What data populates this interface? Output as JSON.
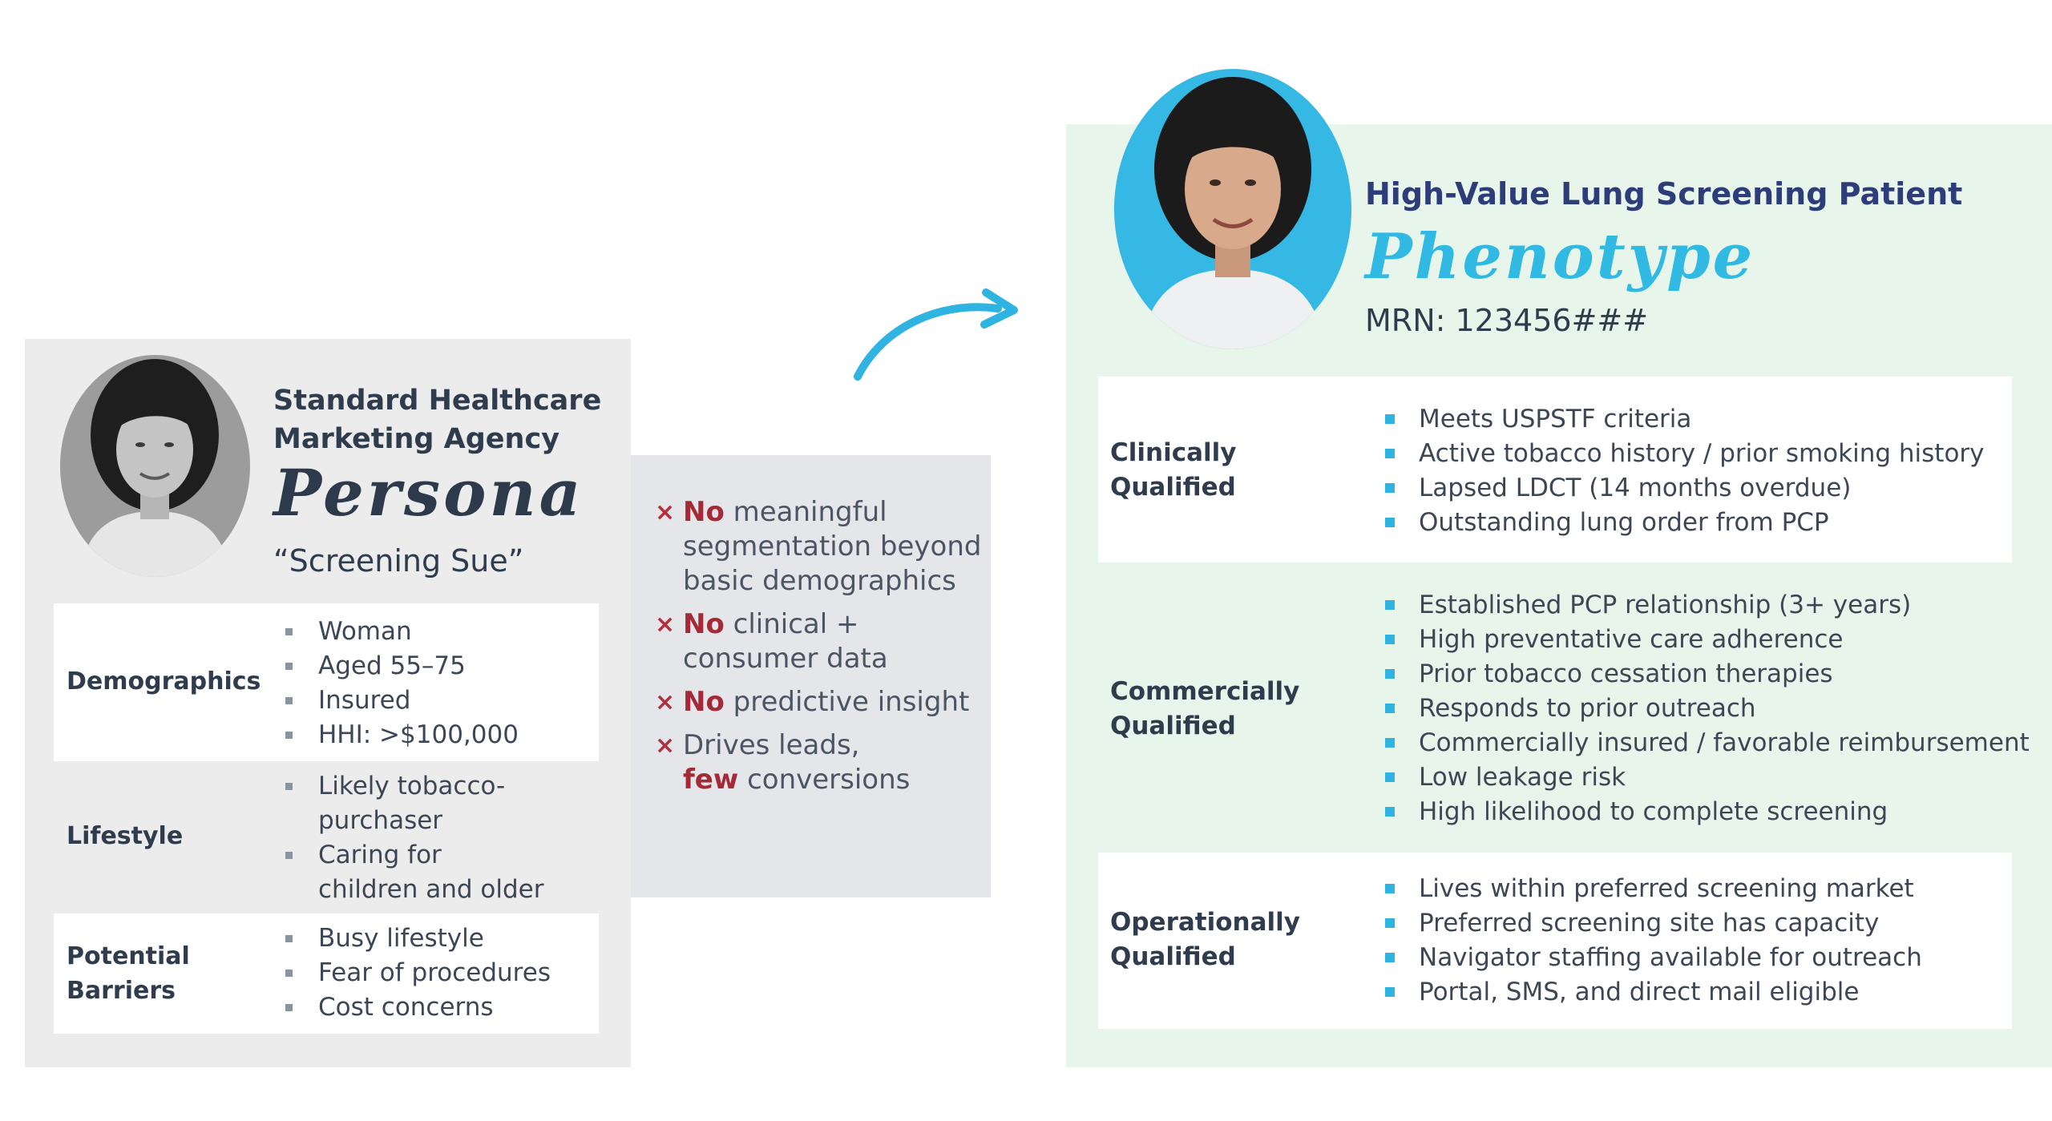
{
  "persona": {
    "agency": "Standard Healthcare Marketing Agency",
    "script_title": "Persona",
    "nickname": "“Screening Sue”",
    "sections": [
      {
        "label": "Demographics",
        "items": [
          "Woman",
          "Aged 55–75",
          "Insured",
          "HHI: >$100,000"
        ]
      },
      {
        "label": "Lifestyle",
        "items": [
          "Likely tobacco-purchaser",
          "Caring for children and older parent"
        ]
      },
      {
        "label": "Potential Barriers",
        "items": [
          "Busy lifestyle",
          "Fear of procedures",
          "Cost concerns"
        ]
      }
    ]
  },
  "callout": {
    "items": [
      {
        "bold": "No",
        "rest": " meaningful segmentation beyond basic demographics"
      },
      {
        "bold": "No",
        "rest": " clinical + consumer data"
      },
      {
        "bold": "No",
        "rest": " predictive insight"
      },
      {
        "lead": "Drives leads,",
        "bold": "few",
        "rest": " conversions"
      }
    ]
  },
  "phenotype": {
    "title": "High-Value Lung Screening Patient",
    "script_title": "Phenotype",
    "mrn": "MRN: 123456###",
    "sections": [
      {
        "label": "Clinically Qualified",
        "items": [
          "Meets USPSTF criteria",
          "Active tobacco history / prior smoking history",
          "Lapsed LDCT (14 months overdue)",
          "Outstanding lung order from PCP"
        ]
      },
      {
        "label": "Commercially Qualified",
        "items": [
          "Established PCP relationship (3+ years)",
          "High preventative care adherence",
          "Prior tobacco cessation therapies",
          "Responds to prior outreach",
          "Commercially insured / favorable reimbursement",
          "Low leakage risk",
          "High likelihood to complete screening"
        ]
      },
      {
        "label": "Operationally Qualified",
        "items": [
          "Lives within preferred screening market",
          "Preferred screening site has capacity",
          "Navigator staffing available for outreach",
          "Portal, SMS, and direct mail eligible"
        ]
      }
    ]
  },
  "colors": {
    "accent": "#2fb3e0",
    "navy": "#2d3d7a",
    "red": "#a52a37",
    "persona_bg": "#ececed",
    "phenotype_bg": "#e8f5ea"
  }
}
